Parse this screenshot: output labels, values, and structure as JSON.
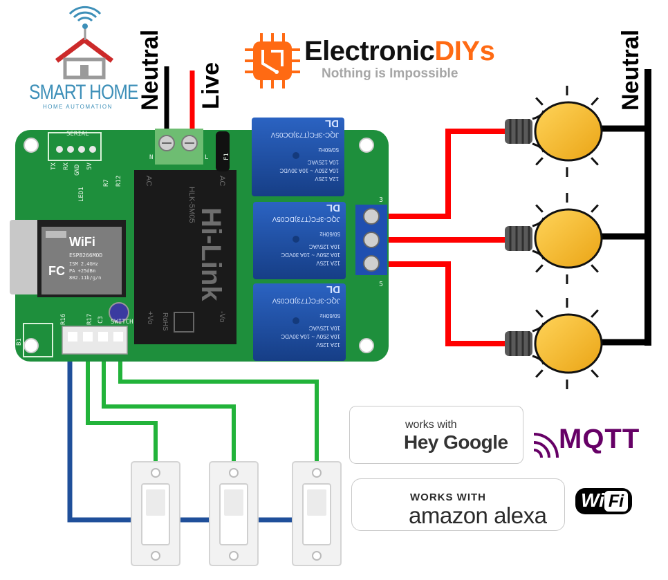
{
  "labels": {
    "neutral_left": "Neutral",
    "live": "Live",
    "neutral_right": "Neutral"
  },
  "branding": {
    "name_part1": "Electronic",
    "name_part2": "DIYs",
    "tagline": "Nothing is Impossible",
    "smart_home_title": "SMART HOME",
    "smart_home_sub": "HOME AUTOMATION"
  },
  "board": {
    "silk_serial": "SERIAL",
    "silk_tx": "TX",
    "silk_rx": "RX",
    "silk_gnd": "GND",
    "silk_5v": "5V",
    "silk_led1": "LED1",
    "silk_r7": "R7",
    "silk_r12": "R12",
    "silk_f1": "F1",
    "silk_n": "N",
    "silk_l": "L",
    "silk_switch": "SWITCH",
    "silk_b1": "B1",
    "silk_r16": "R16",
    "silk_r17": "R17",
    "silk_c3": "C3",
    "silk_3": "3",
    "silk_5": "5",
    "module_wifi": "WiFi",
    "module_name": "ESP8266MOD",
    "module_fc": "FC",
    "module_ism": "ISM 2.4GHz",
    "module_pa": "PA +25dBm",
    "module_std": "802.11b/g/n",
    "psu_brand": "Hi-Link",
    "psu_ac": "AC",
    "psu_plus_vo": "+Vo",
    "psu_minus_vo": "-Vo",
    "psu_model": "HLK-5M05",
    "psu_rohs": "RoHS",
    "relay_dl": "DL",
    "relay_model": "JQC-3FC(T73)DC05V",
    "relay_hz": "50/60Hz",
    "relay_r1": "10A 250V ~  10A 30VDC",
    "relay_r2": "10A 125VAC",
    "relay_r3": "12A 125V"
  },
  "badges": {
    "google_small": "works with",
    "google_big": "Hey Google",
    "alexa_small": "WORKS WITH",
    "alexa_big": "amazon alexa",
    "mqtt": "MQTT",
    "wifi_w": "Wi",
    "wifi_fi": "Fi"
  },
  "colors": {
    "pcb": "#1e8f3c",
    "relay": "#1f4fa0",
    "live_wire": "#ff0000",
    "neutral_wire": "#000000",
    "switch_wire_green": "#22b33a",
    "switch_wire_blue": "#1f4f9a",
    "bulb": "#f5b722",
    "brand_orange": "#ff6a13",
    "mqtt": "#660066",
    "smart_home_blue": "#3d8fb8"
  }
}
